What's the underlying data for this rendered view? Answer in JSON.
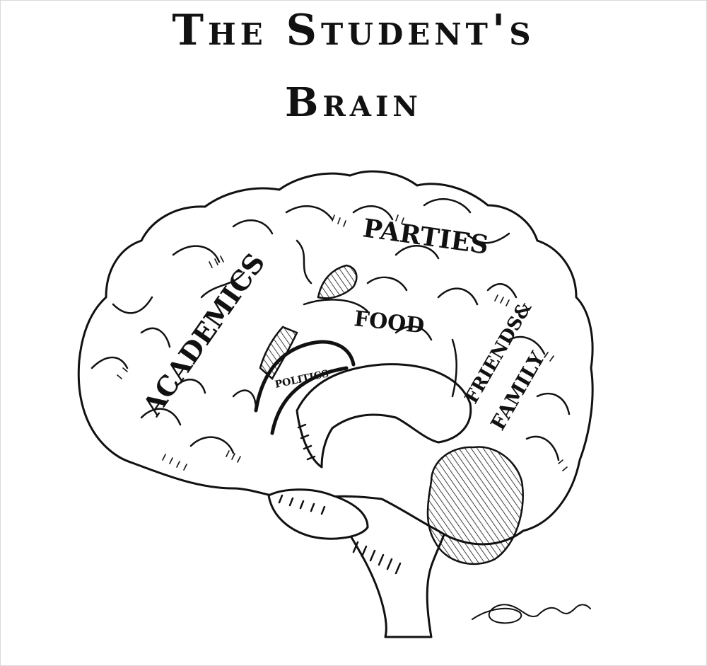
{
  "title": {
    "line1": "The Student's",
    "line2": "Brain"
  },
  "regions": {
    "academics": "ACADEMICS",
    "parties": "PARTIES",
    "food": "FOOD",
    "politics": "POLITICS",
    "friends": "FRIENDS&",
    "family": "FAMILY"
  },
  "colors": {
    "ink": "#111111",
    "paper": "#ffffff"
  }
}
